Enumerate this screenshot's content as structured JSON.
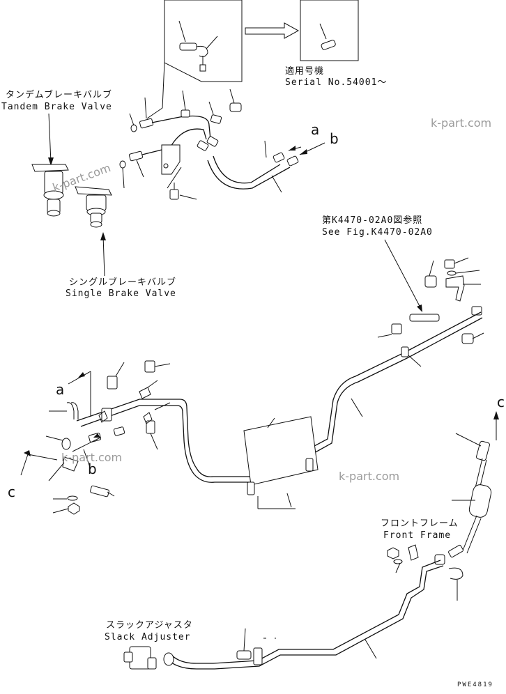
{
  "labels": {
    "tandem_jp": "タンデムブレーキバルブ",
    "tandem_en": "Tandem Brake Valve",
    "single_jp": "シングルブレーキバルブ",
    "single_en": "Single Brake Valve",
    "serial_jp": "適用号機",
    "serial_en": "Serial No.54001〜",
    "seefig_jp": "第K4470-02A0図参照",
    "seefig_en": "See Fig.K4470-02A0",
    "front_jp": "フロントフレーム",
    "front_en": "Front Frame",
    "slack_jp": "スラックアジャスタ",
    "slack_en": "Slack Adjuster"
  },
  "refs": {
    "a": "a",
    "b": "b",
    "c": "c"
  },
  "watermark": "k-part.com",
  "drawing_code": "PWE4819"
}
